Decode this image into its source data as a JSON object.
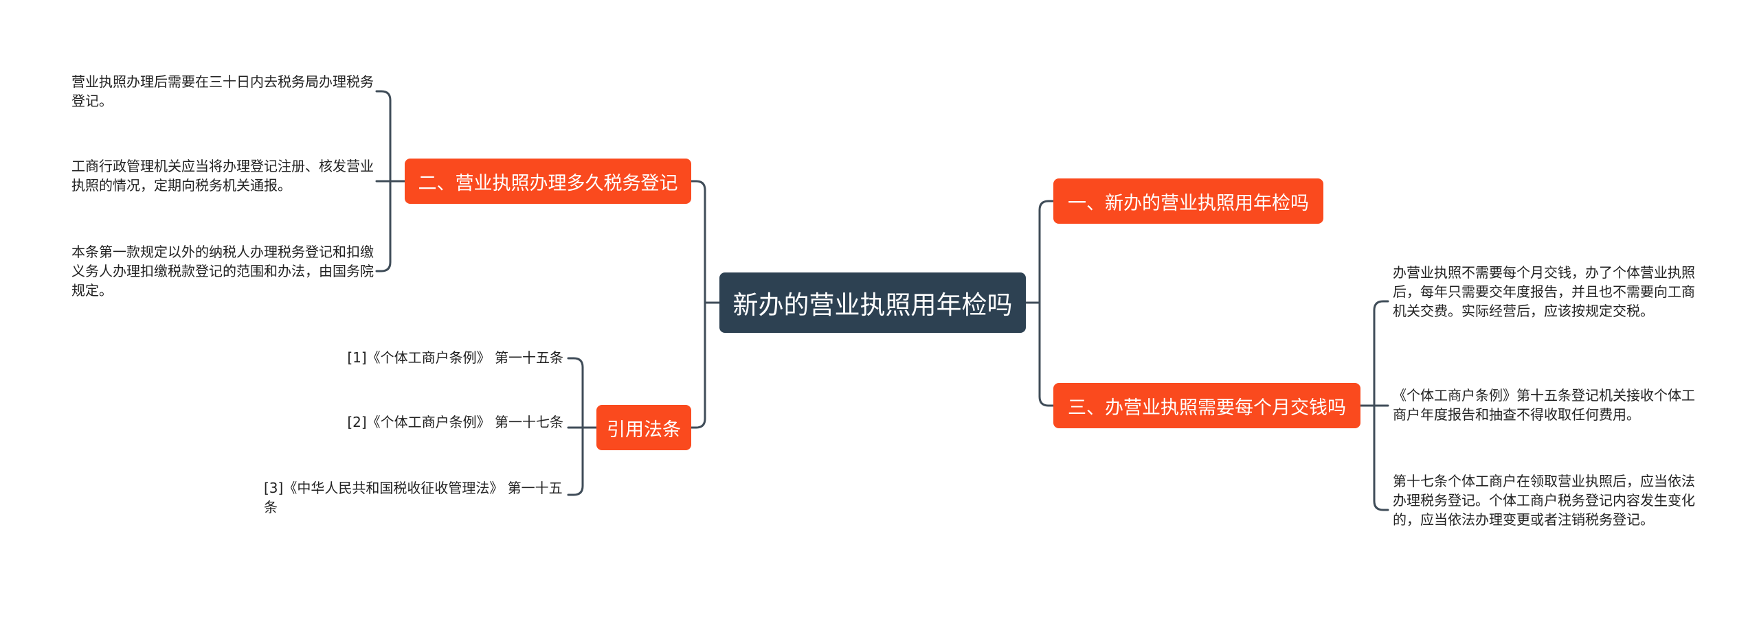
{
  "root": {
    "label": "新办的营业执照用年检吗"
  },
  "topics": {
    "left_1": {
      "label": "二、营业执照办理多久税务登记",
      "children": [
        "营业执照办理后需要在三十日内去税务局办理税务登记。",
        "工商行政管理机关应当将办理登记注册、核发营业执照的情况，定期向税务机关通报。",
        "本条第一款规定以外的纳税人办理税务登记和扣缴义务人办理扣缴税款登记的范围和办法，由国务院规定。"
      ]
    },
    "left_2": {
      "label": "引用法条",
      "children": [
        "[1]《个体工商户条例》 第一十五条",
        "[2]《个体工商户条例》 第一十七条",
        "[3]《中华人民共和国税收征收管理法》 第一十五条"
      ]
    },
    "right_1": {
      "label": "一、新办的营业执照用年检吗"
    },
    "right_2": {
      "label": "三、办营业执照需要每个月交钱吗",
      "children": [
        "办营业执照不需要每个月交钱，办了个体营业执照后，每年只需要交年度报告，并且也不需要向工商机关交费。实际经营后，应该按规定交税。",
        "《个体工商户条例》第十五条登记机关接收个体工商户年度报告和抽查不得收取任何费用。",
        "第十七条个体工商户在领取营业执照后，应当依法办理税务登记。个体工商户税务登记内容发生变化的，应当依法办理变更或者注销税务登记。"
      ]
    }
  },
  "colors": {
    "root_fill": "#2d4152",
    "topic_fill": "#fa4a1e",
    "connector": "#3f4c58",
    "leaf_text": "#222222"
  }
}
